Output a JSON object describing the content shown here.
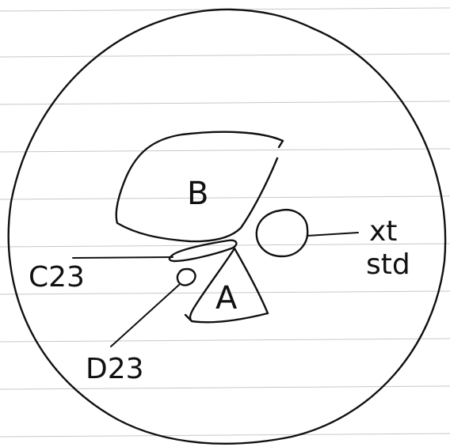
{
  "labels": {
    "region_b": "B",
    "region_a": "A",
    "spot_c": "C23",
    "spot_d": "D23",
    "standard_line1": "xt",
    "standard_line2": "std"
  }
}
